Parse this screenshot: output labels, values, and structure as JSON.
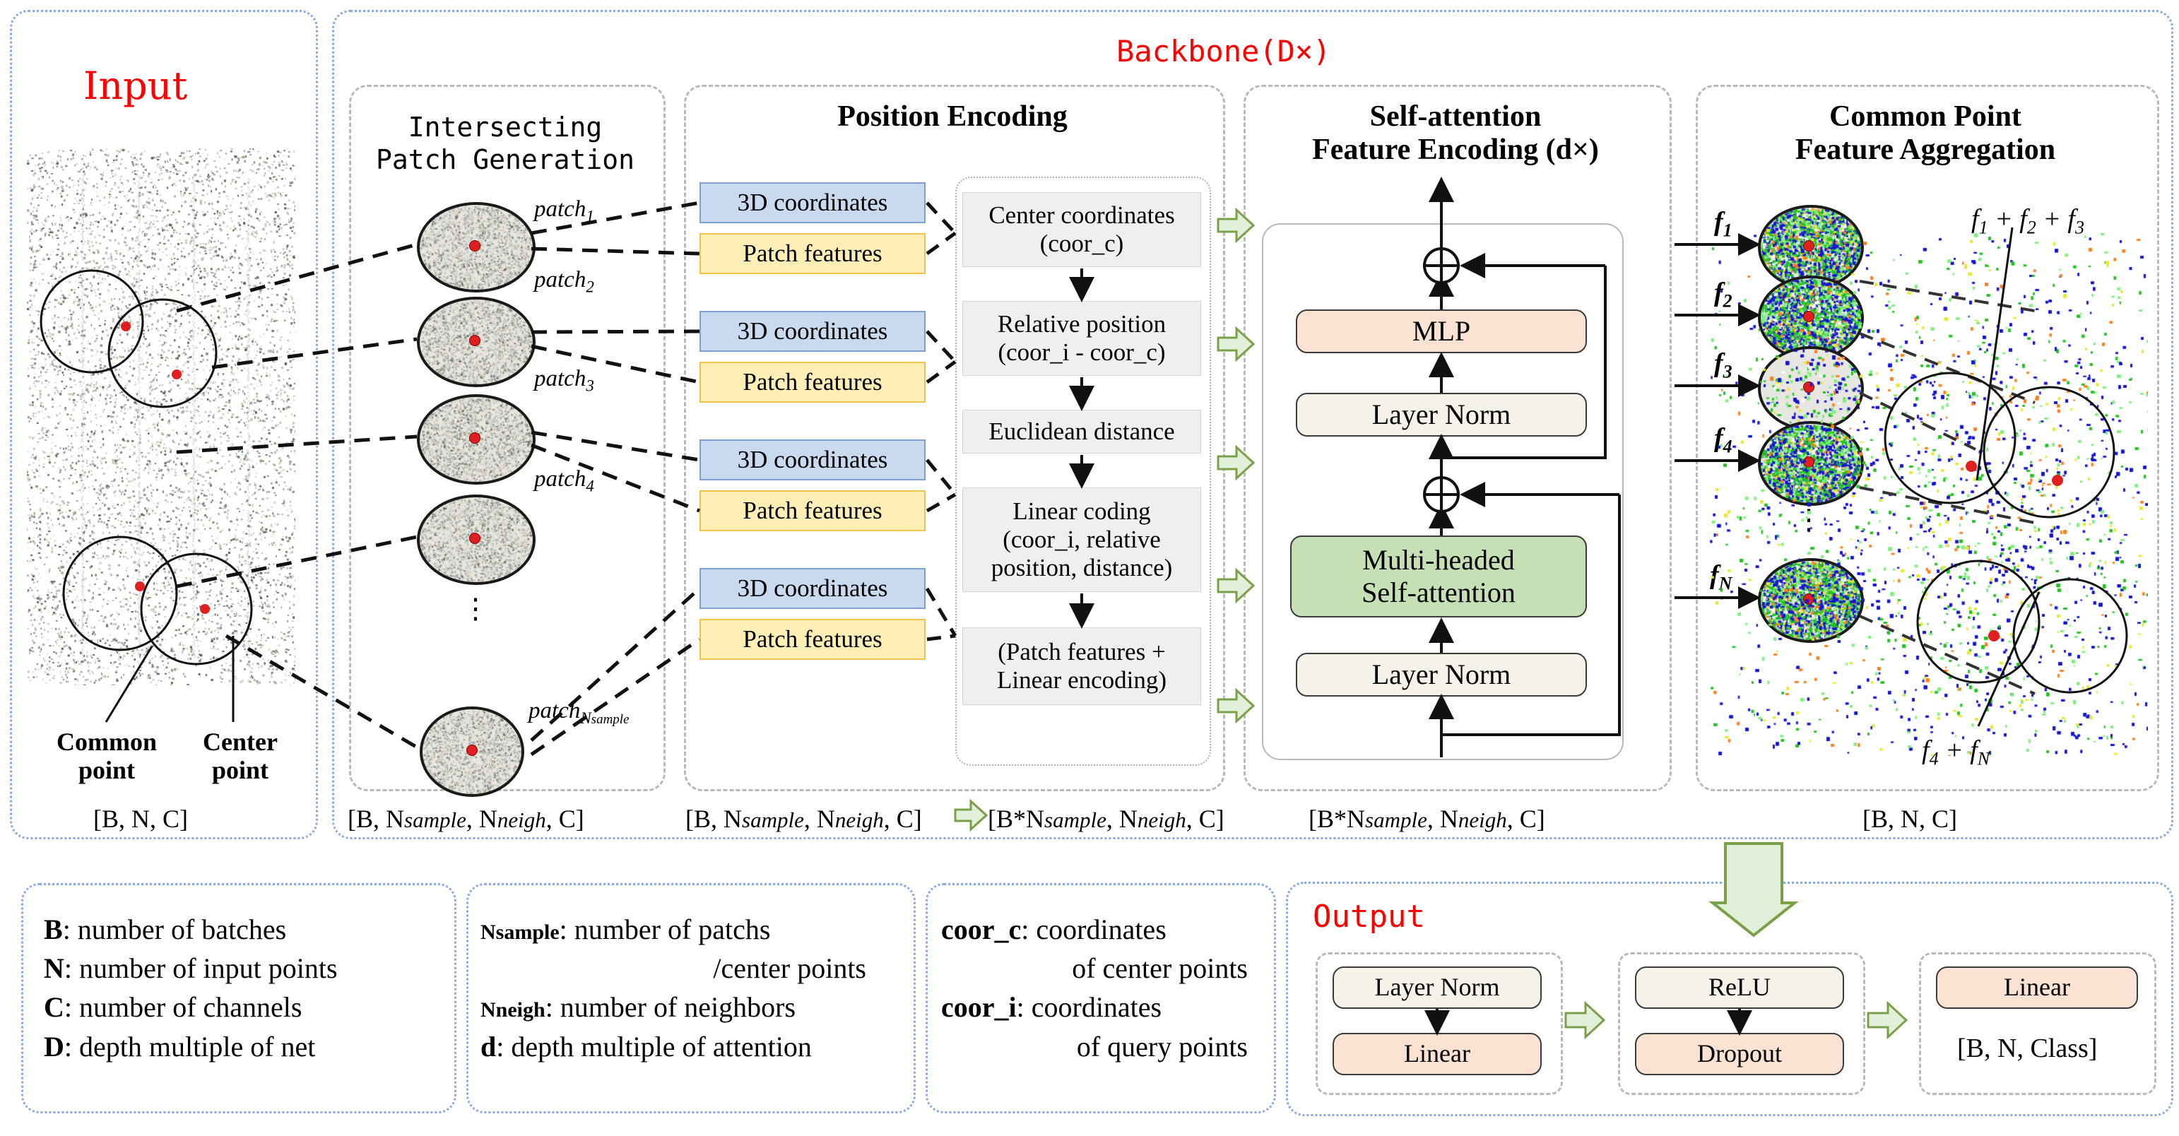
{
  "figure": {
    "type": "architecture-diagram",
    "stages": [
      "Input",
      "Backbone(D×)",
      "Output"
    ]
  },
  "input_panel": {
    "title": "Input",
    "shape": "[B, N, C]",
    "annotations": [
      {
        "label": "Common\npoint"
      },
      {
        "label": "Center\npoint"
      }
    ],
    "common_point_label_line1": "Common",
    "common_point_label_line2": "point",
    "center_point_label_line1": "Center",
    "center_point_label_line2": "point"
  },
  "backbone": {
    "title": "Backbone(D×)",
    "columns": [
      {
        "key": "patch_generation",
        "title_line1": "Intersecting",
        "title_line2": "Patch Generation",
        "shape": "[B, Nsample, Nneigh, C]",
        "patch_labels": [
          "patch1",
          "patch2",
          "patch3",
          "patch4",
          "patchNsample"
        ],
        "ellipsis": "⋮"
      },
      {
        "key": "position_encoding",
        "title_line1": "Position Encoding",
        "title_line2": "",
        "shape_in": "[B, Nsample, Nneigh, C]",
        "shape_out": "[B*Nsample, Nneigh, C]",
        "feature_pairs": [
          {
            "coords": "3D coordinates",
            "features": "Patch features"
          },
          {
            "coords": "3D coordinates",
            "features": "Patch features"
          },
          {
            "coords": "3D coordinates",
            "features": "Patch features"
          },
          {
            "coords": "3D coordinates",
            "features": "Patch features"
          }
        ],
        "pipeline": [
          {
            "line1": "Center coordinates",
            "line2": "(coor_c)"
          },
          {
            "line1": "Relative position",
            "line2": "(coor_i - coor_c)"
          },
          {
            "line1": "Euclidean distance",
            "line2": ""
          },
          {
            "line1": "Linear coding",
            "line2": "(coor_i, relative",
            "line3": "position, distance)"
          },
          {
            "line1": "(Patch features +",
            "line2": "Linear encoding)"
          }
        ]
      },
      {
        "key": "self_attention",
        "title_line1": "Self-attention",
        "title_line2": "Feature Encoding (d×)",
        "shape": "[B*Nsample, Nneigh, C]",
        "blocks": [
          {
            "label": "MLP",
            "style": "peach"
          },
          {
            "label": "Layer Norm",
            "style": "cream"
          },
          {
            "label": "Multi-headed\nSelf-attention",
            "style": "green"
          },
          {
            "label": "Layer Norm",
            "style": "cream"
          }
        ],
        "mha_line1": "Multi-headed",
        "mha_line2": "Self-attention",
        "mlp_label": "MLP",
        "layer_norm_label": "Layer Norm",
        "add_symbol": "⊕"
      },
      {
        "key": "aggregation",
        "title_line1": "Common Point",
        "title_line2": "Feature Aggregation",
        "shape": "[B, N, C]",
        "feature_labels": [
          "f1",
          "f2",
          "f3",
          "f4",
          "fN"
        ],
        "ellipsis": "⋮",
        "sum_labels": [
          "f1 + f2 + f3",
          "f4 + fN"
        ]
      }
    ]
  },
  "output_panel": {
    "title": "Output",
    "groups": [
      {
        "blocks": [
          {
            "label": "Layer Norm",
            "style": "cream"
          },
          {
            "label": "Linear",
            "style": "peach"
          }
        ]
      },
      {
        "blocks": [
          {
            "label": "ReLU",
            "style": "cream"
          },
          {
            "label": "Dropout",
            "style": "peach"
          }
        ]
      },
      {
        "blocks": [
          {
            "label": "Linear",
            "style": "peach"
          }
        ],
        "shape": "[B, N, Class]"
      }
    ],
    "layer_norm_label": "Layer Norm",
    "linear_label": "Linear",
    "relu_label": "ReLU",
    "dropout_label": "Dropout",
    "final_linear_label": "Linear",
    "final_shape": "[B, N, Class]"
  },
  "legend": {
    "box1": [
      {
        "sym": "B",
        "desc": ": number of batches"
      },
      {
        "sym": "N",
        "desc": ": number of input points"
      },
      {
        "sym": "C",
        "desc": ": number of channels"
      },
      {
        "sym": "D",
        "desc": ": depth multiple of net"
      }
    ],
    "box2": [
      {
        "sym": "Nsample",
        "desc": ": number of patchs"
      },
      {
        "sym": "",
        "desc": "/center points"
      },
      {
        "sym": "Nneigh",
        "desc": ":   number of neighbors"
      },
      {
        "sym": "d",
        "desc": ": depth multiple of attention"
      }
    ],
    "box3": [
      {
        "sym": "coor_c",
        "desc": ": coordinates"
      },
      {
        "sym": "",
        "desc": "of center points"
      },
      {
        "sym": "coor_i",
        "desc": ": coordinates"
      },
      {
        "sym": "",
        "desc": "of query  points"
      }
    ]
  },
  "colors": {
    "accent_red": "#ff0000",
    "panel_blue": "#8aa9de",
    "box_blue": "#c9daf0",
    "box_yellow": "#ffeeb5",
    "box_green": "#c5e0b4",
    "box_peach": "#fbe2d2",
    "box_cream": "#f5f3e8",
    "arrow_green": "#7aa04a"
  }
}
